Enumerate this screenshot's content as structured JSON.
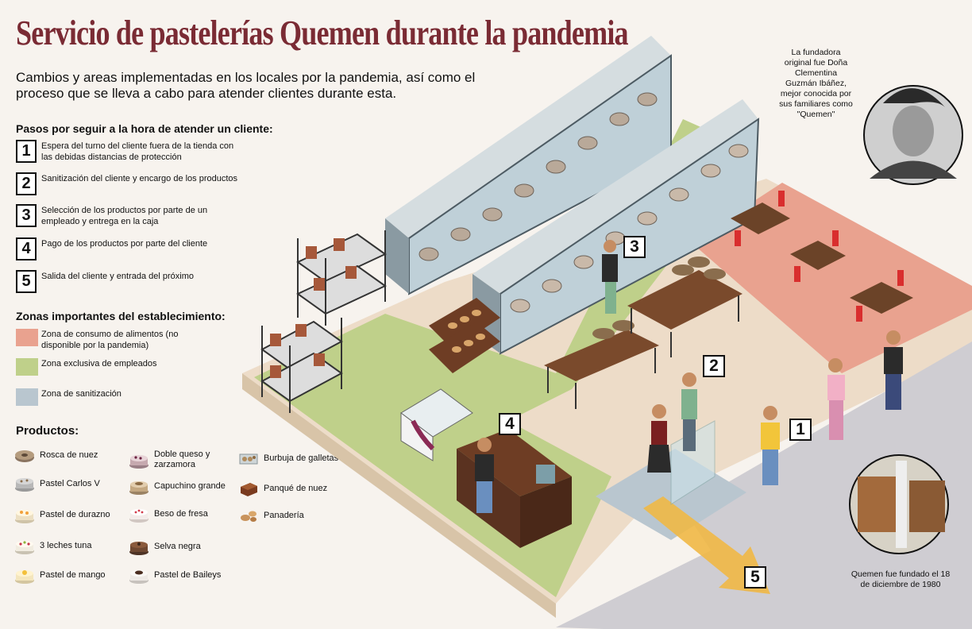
{
  "title": "Servicio de pastelerías Quemen durante la pandemia",
  "subtitle": "Cambios y areas implementadas en los locales por la pandemia, así como el proceso que se lleva a cabo para atender clientes durante esta.",
  "steps": {
    "heading": "Pasos por seguir a la hora de atender un cliente:",
    "items": [
      {
        "num": "1",
        "text": "Espera del turno del cliente fuera de la tienda con las debidas distancias de protección"
      },
      {
        "num": "2",
        "text": "Sanitización del cliente y encargo de los productos"
      },
      {
        "num": "3",
        "text": "Selección de los productos por parte de un empleado y entrega en la caja"
      },
      {
        "num": "4",
        "text": "Pago de los productos por parte del cliente"
      },
      {
        "num": "5",
        "text": "Salida del cliente y entrada del próximo"
      }
    ]
  },
  "zones": {
    "heading": "Zonas importantes del establecimiento:",
    "items": [
      {
        "text": "Zona de consumo de alimentos (no disponible por la pandemia)",
        "color": "#e9a28f"
      },
      {
        "text": "Zona exclusiva de empleados",
        "color": "#bfd08a"
      },
      {
        "text": "Zona de sanitización",
        "color": "#b9c6cf"
      }
    ]
  },
  "products": {
    "heading": "Productos:",
    "items": [
      {
        "label": "Rosca de nuez",
        "icon": "rosca-icon"
      },
      {
        "label": "Pastel Carlos V",
        "icon": "cake-icon"
      },
      {
        "label": "Pastel de durazno",
        "icon": "cake-icon"
      },
      {
        "label": "3 leches tuna",
        "icon": "cake-icon"
      },
      {
        "label": "Pastel de mango",
        "icon": "cake-icon"
      },
      {
        "label": "Doble queso y zarzamora",
        "icon": "cake-icon"
      },
      {
        "label": "Capuchino grande",
        "icon": "cake-icon"
      },
      {
        "label": "Beso de fresa",
        "icon": "cake-icon"
      },
      {
        "label": "Selva negra",
        "icon": "cake-icon"
      },
      {
        "label": "Pastel de Baileys",
        "icon": "cake-icon"
      },
      {
        "label": "Burbuja de galletas",
        "icon": "cookie-box-icon"
      },
      {
        "label": "Panqué de nuez",
        "icon": "loaf-icon"
      },
      {
        "label": "Panadería",
        "icon": "bread-icon"
      }
    ]
  },
  "founder_note": "La fundadora original fue Doña Clementina Guzmán Ibáñez, mejor conocida por sus familiares como \"Quemen\"",
  "founded_note": "Quemen fue fundado el 18 de diciembre de 1980",
  "callouts": [
    "1",
    "2",
    "3",
    "4",
    "5"
  ],
  "colors": {
    "title": "#7a2b34",
    "floor": "#eddcc8",
    "employee_zone": "#bfd08a",
    "dining_zone": "#e9a28f",
    "sanitize_zone": "#b9c6cf",
    "sidewalk": "#cfcdd2",
    "arrow": "#f0b845"
  }
}
